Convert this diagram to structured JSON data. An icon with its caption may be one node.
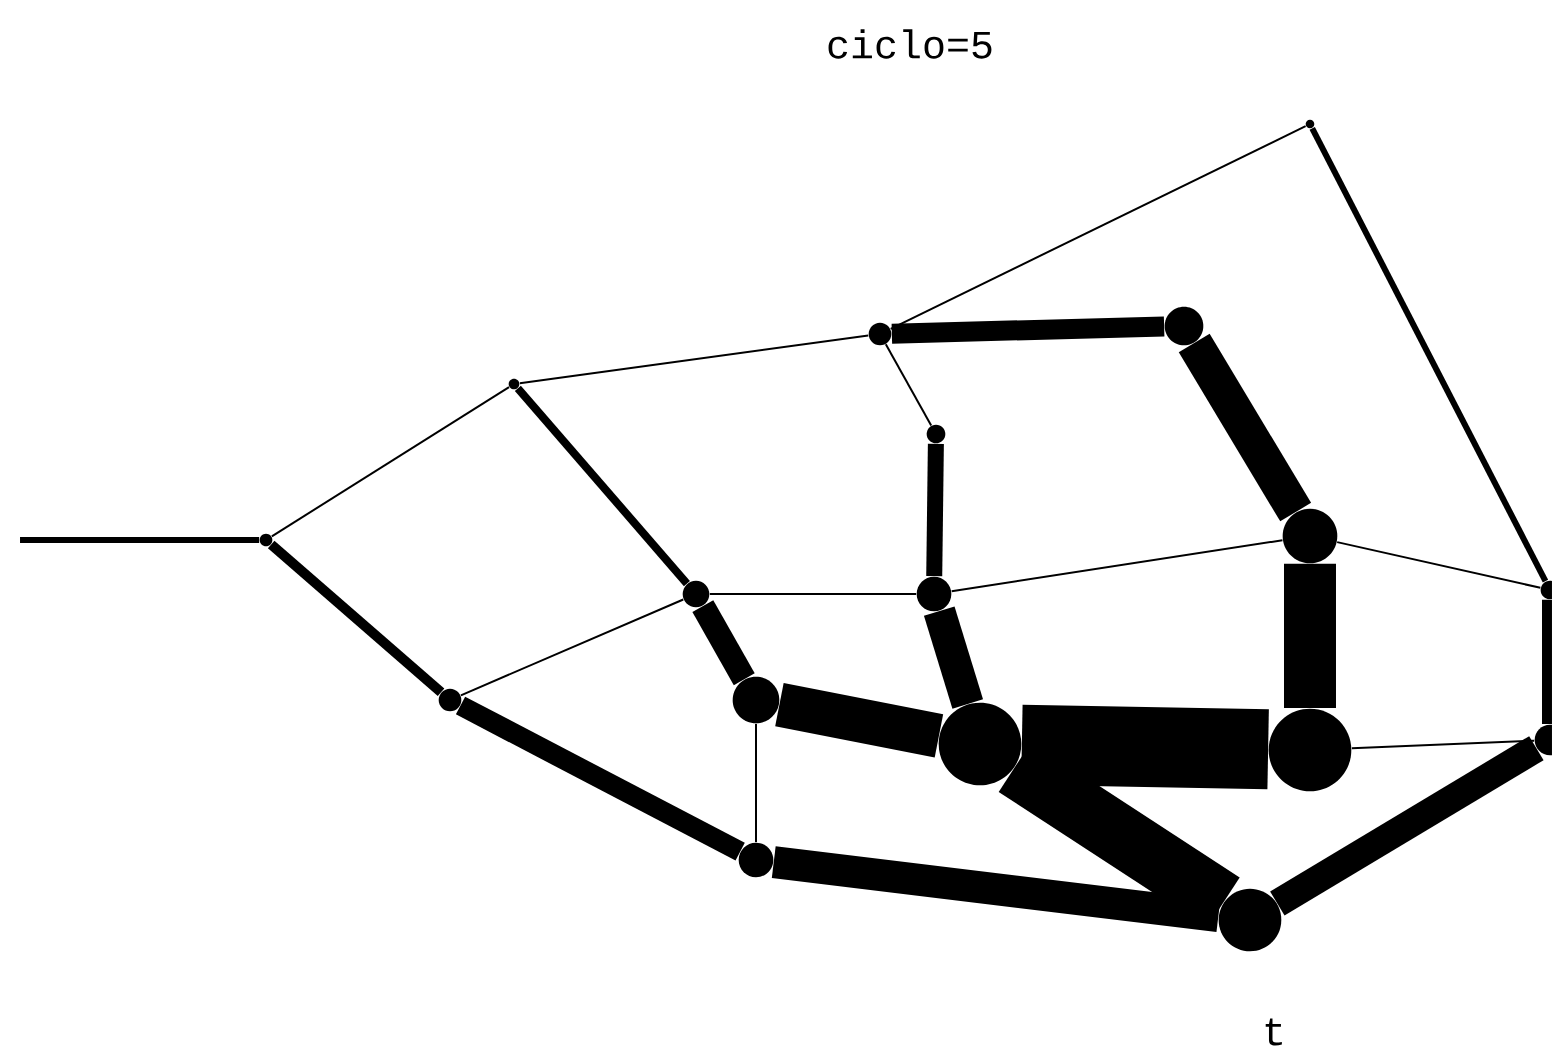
{
  "diagram": {
    "title": "ciclo=5",
    "nodes": [
      {
        "text": [],
        "shape": "circle"
      },
      {
        "text": [],
        "shape": "circle"
      },
      {
        "text": [],
        "shape": "circle"
      },
      {
        "text": [],
        "shape": "circle"
      },
      {
        "text": [],
        "shape": "circle"
      },
      {
        "text": [],
        "shape": "circle"
      },
      {
        "text": [],
        "shape": "circle"
      },
      {
        "text": [],
        "shape": "circle"
      },
      {
        "text": [],
        "shape": "circle"
      },
      {
        "text": [],
        "shape": "circle"
      },
      {
        "text": [],
        "shape": "circle"
      },
      {
        "text": [],
        "shape": "circle"
      },
      {
        "text": [],
        "shape": "circle"
      },
      {
        "text": [],
        "shape": "circle"
      },
      {
        "text": [],
        "shape": "circle"
      },
      {
        "text": [],
        "shape": "circle"
      },
      {
        "text": [],
        "shape": "circle",
        "beside": [
          "t"
        ]
      }
    ],
    "edges": [
      {
        "from": null,
        "to": 6,
        "arrow": "none"
      },
      {
        "from": 6,
        "to": 3,
        "arrow": "none"
      },
      {
        "from": 6,
        "to": 10,
        "arrow": "none"
      },
      {
        "from": 3,
        "to": 2,
        "arrow": "none"
      },
      {
        "from": 3,
        "to": 7,
        "arrow": "none"
      },
      {
        "from": 2,
        "to": 0,
        "arrow": "none"
      },
      {
        "from": 0,
        "to": 9,
        "arrow": "none"
      },
      {
        "from": 2,
        "to": 4,
        "arrow": "none"
      },
      {
        "from": 2,
        "to": 1,
        "arrow": "none",
        "style": "thick"
      },
      {
        "from": 1,
        "to": 5,
        "arrow": "none",
        "style": "thick"
      },
      {
        "from": 5,
        "to": 13,
        "arrow": "none",
        "style": "thick"
      },
      {
        "from": 5,
        "to": 9,
        "arrow": "none"
      },
      {
        "from": 7,
        "to": 8,
        "arrow": "none"
      },
      {
        "from": 8,
        "to": 5,
        "arrow": "none"
      },
      {
        "from": 10,
        "to": 7,
        "arrow": "none"
      },
      {
        "from": 7,
        "to": 11,
        "arrow": "none",
        "style": "thick"
      },
      {
        "from": 4,
        "to": 8,
        "arrow": "none"
      },
      {
        "from": 8,
        "to": 12,
        "arrow": "none",
        "style": "thick"
      },
      {
        "from": 11,
        "to": 12,
        "arrow": "none",
        "style": "thick"
      },
      {
        "from": 11,
        "to": 15,
        "arrow": "none"
      },
      {
        "from": 10,
        "to": 15,
        "arrow": "none",
        "style": "thick"
      },
      {
        "from": 15,
        "to": 16,
        "arrow": "none",
        "style": "thick"
      },
      {
        "from": 12,
        "to": 13,
        "arrow": "none",
        "style": "thick"
      },
      {
        "from": 12,
        "to": 16,
        "arrow": "none",
        "style": "thick"
      },
      {
        "from": 16,
        "to": 14,
        "arrow": "none",
        "style": "thick"
      },
      {
        "from": 13,
        "to": 14,
        "arrow": "none"
      },
      {
        "from": 14,
        "to": 9,
        "arrow": "none"
      }
    ]
  }
}
